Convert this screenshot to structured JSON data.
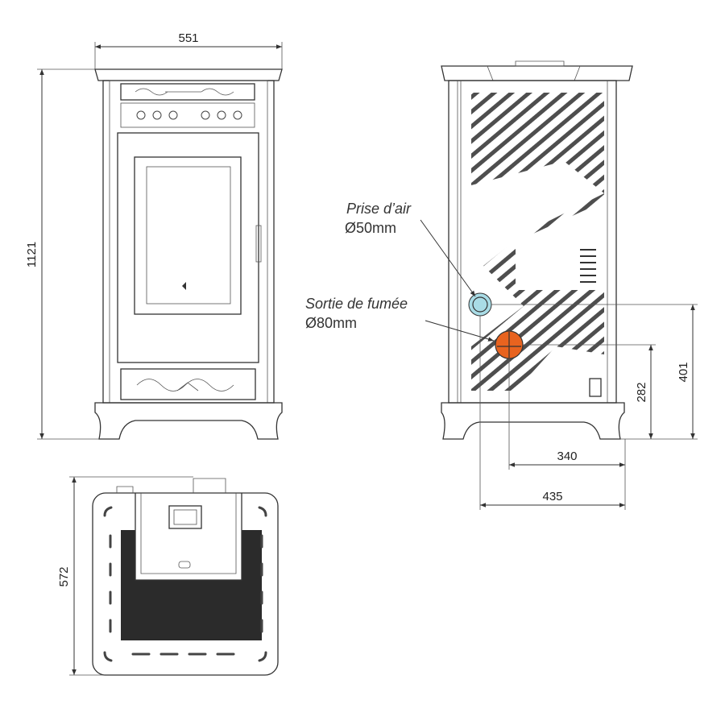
{
  "front_view": {
    "width_label": "551",
    "height_label": "1121"
  },
  "top_view": {
    "depth_label": "572"
  },
  "side_view": {
    "air_intake": {
      "title": "Prise d’air",
      "diameter": "Ø50mm",
      "color": "#a9dce6"
    },
    "smoke_outlet": {
      "title": "Sortie de fumée",
      "diameter": "Ø80mm",
      "color": "#e8631f"
    },
    "dims": {
      "air_height": "401",
      "smoke_height": "282",
      "smoke_offset": "340",
      "depth": "435"
    }
  }
}
